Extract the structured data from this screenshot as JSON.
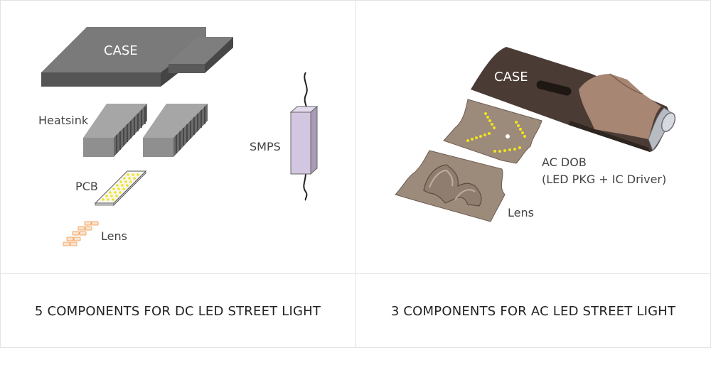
{
  "left": {
    "labels": {
      "case": "CASE",
      "heatsink": "Heatsink",
      "pcb": "PCB",
      "lens": "Lens",
      "smps": "SMPS"
    },
    "caption": "5 COMPONENTS FOR DC LED STREET LIGHT"
  },
  "right": {
    "labels": {
      "case": "CASE",
      "ac_dob": "AC DOB",
      "ac_dob_detail": "(LED PKG + IC Driver)",
      "lens": "Lens"
    },
    "caption": "3 COMPONENTS FOR AC LED STREET LIGHT"
  },
  "colors": {
    "case_gray": "#6e6e6e",
    "heatsink_gray": "#9a9a9a",
    "smps_lavender": "#d2c6e0",
    "led_yellow": "#f1e41e",
    "lens_orange": "#f0b27a",
    "ac_case_brown": "#4a3b34",
    "board_brown": "#9c8a7b"
  }
}
